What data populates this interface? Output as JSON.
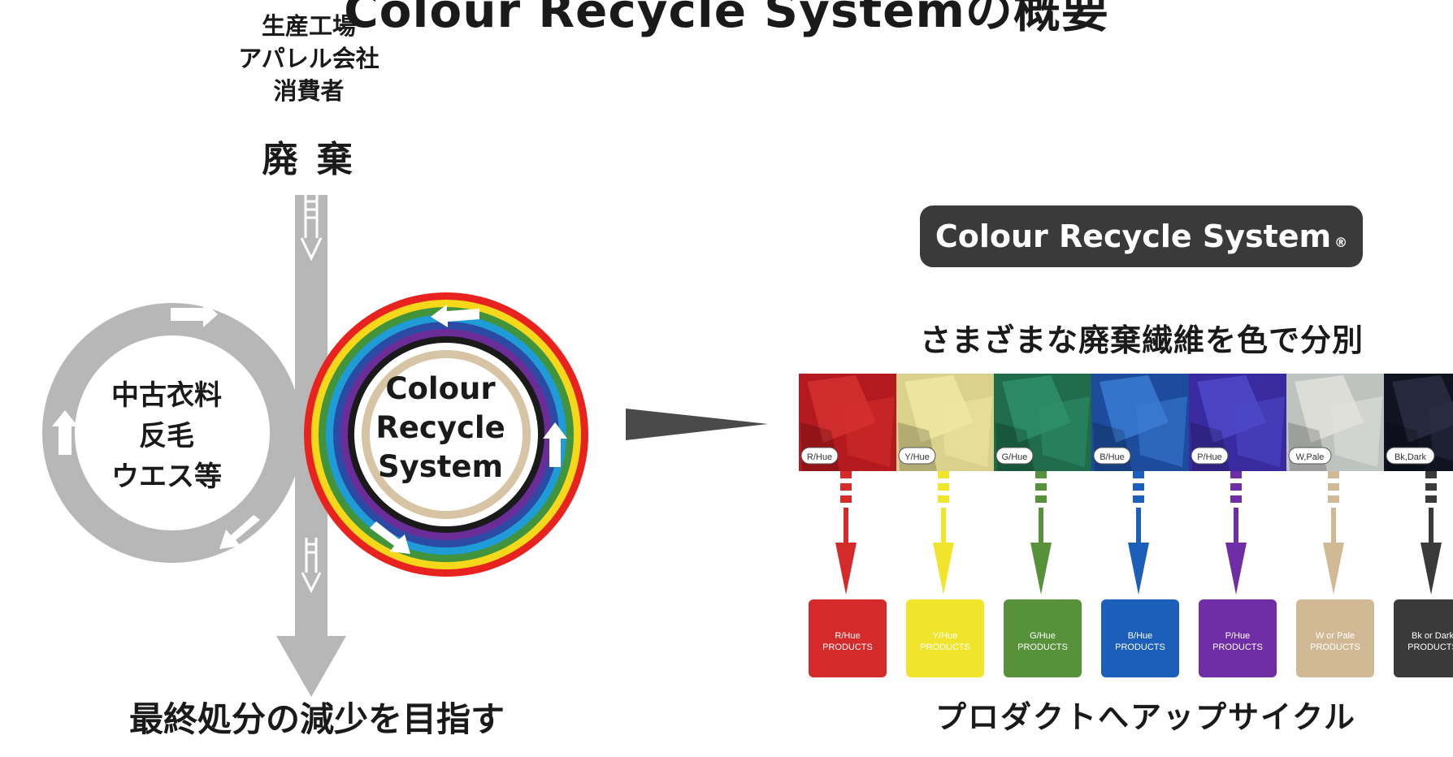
{
  "header": {
    "title": "Colour Recycle Systemの概要"
  },
  "sources": {
    "lines": [
      "生産工場",
      "アパレル会社",
      "消費者"
    ],
    "waste_label": "廃 棄"
  },
  "left_diagram": {
    "used_loop_lines": [
      "中古衣料",
      "反毛",
      "ウエス等"
    ],
    "crs_loop_lines": [
      "Colour",
      "Recycle",
      "System"
    ],
    "bottom_caption": "最終処分の減少を目指す"
  },
  "right_panel": {
    "brand_name": "Colour Recycle System",
    "brand_mark": "®",
    "subheading": "さまざまな廃棄繊維を色で分別",
    "bottom_caption": "プロダクトへアップサイクル",
    "categories": [
      {
        "tag": "R/Hue",
        "product_lines": [
          "R/Hue",
          "PRODUCTS"
        ],
        "color": "#d42a2a",
        "swatch_base": "#b3191e",
        "swatch_light": "#d63030"
      },
      {
        "tag": "Y/Hue",
        "product_lines": [
          "Y/Hue",
          "PRODUCTS"
        ],
        "color": "#f1e52c",
        "swatch_base": "#d9d18c",
        "swatch_light": "#efe7a2"
      },
      {
        "tag": "G/Hue",
        "product_lines": [
          "G/Hue",
          "PRODUCTS"
        ],
        "color": "#57913a",
        "swatch_base": "#1f6b4a",
        "swatch_light": "#2e8f6a"
      },
      {
        "tag": "B/Hue",
        "product_lines": [
          "B/Hue",
          "PRODUCTS"
        ],
        "color": "#1c5fba",
        "swatch_base": "#1d4c9c",
        "swatch_light": "#3a7bd4"
      },
      {
        "tag": "P/Hue",
        "product_lines": [
          "P/Hue",
          "PRODUCTS"
        ],
        "color": "#6f2ea6",
        "swatch_base": "#3a2aa0",
        "swatch_light": "#4d49c8"
      },
      {
        "tag": "W,Pale",
        "product_lines": [
          "W or Pale",
          "PRODUCTS"
        ],
        "color": "#d2b996",
        "swatch_base": "#bfc3bf",
        "swatch_light": "#e2e2dc"
      },
      {
        "tag": "Bk,Dark",
        "product_lines": [
          "Bk or Dark",
          "PRODUCTS"
        ],
        "color": "#3a3a3a",
        "swatch_base": "#111320",
        "swatch_light": "#2a2e44"
      }
    ]
  }
}
